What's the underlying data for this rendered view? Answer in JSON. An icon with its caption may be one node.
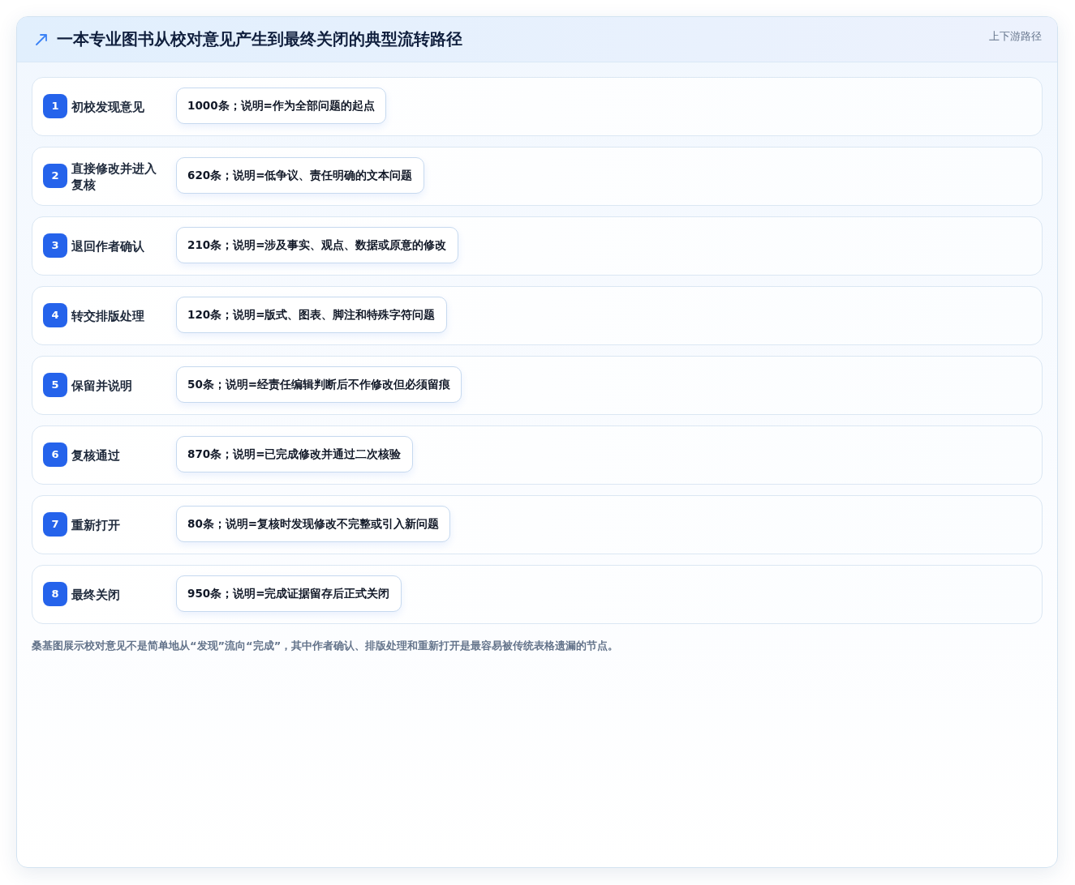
{
  "diagram": {
    "title": "一本专业图书从校对意见产生到最终关闭的典型流转路径",
    "caption": "桑基图展示校对意见不是简单地从“发现”流向“完成”，其中作者确认、排版处理和重新打开是最容易被传统表格遗漏的节点。",
    "nodes": [
      {
        "text": [
          "初校发现意见"
        ]
      },
      {
        "text": [
          "1"
        ],
        "in": 0
      },
      {
        "text": [
          "**1000**条；说明=作为全部问题的起点"
        ],
        "in": 0
      },
      {
        "text": [
          "直接修改并进入复核"
        ]
      },
      {
        "text": [
          "2"
        ],
        "in": 3
      },
      {
        "text": [
          "**620**条；说明=低争议、责任明确的文本问题"
        ],
        "in": 3
      },
      {
        "text": [
          "退回作者确认"
        ]
      },
      {
        "text": [
          "3"
        ],
        "in": 6
      },
      {
        "text": [
          "**210**条；说明=涉及事实、观点、数据或原意的修改"
        ],
        "in": 6
      },
      {
        "text": [
          "转交排版处理"
        ]
      },
      {
        "text": [
          "4"
        ],
        "in": 9
      },
      {
        "text": [
          "**120**条；说明=版式、图表、脚注和特殊字符问题"
        ],
        "in": 9
      },
      {
        "text": [
          "保留并说明"
        ]
      },
      {
        "text": [
          "5"
        ],
        "in": 12
      },
      {
        "text": [
          "**50**条；说明=经责任编辑判断后不作修改但必须留痕"
        ],
        "in": 12
      },
      {
        "text": [
          "复核通过"
        ]
      },
      {
        "text": [
          "6"
        ],
        "in": 15
      },
      {
        "text": [
          "**870**条；说明=已完成修改并通过二次核验"
        ],
        "in": 15
      },
      {
        "text": [
          "重新打开"
        ]
      },
      {
        "text": [
          "7"
        ],
        "in": 18
      },
      {
        "text": [
          "**80**条；说明=复核时发现修改不完整或引入新问题"
        ],
        "in": 18
      },
      {
        "text": [
          "最终关闭"
        ]
      },
      {
        "text": [
          "8"
        ],
        "in": 21
      },
      {
        "text": [
          "**950**条；说明=完成证据留存后正式关闭"
        ],
        "in": 21
      }
    ],
    "labels": [
      "上下游路径"
    ]
  }
}
